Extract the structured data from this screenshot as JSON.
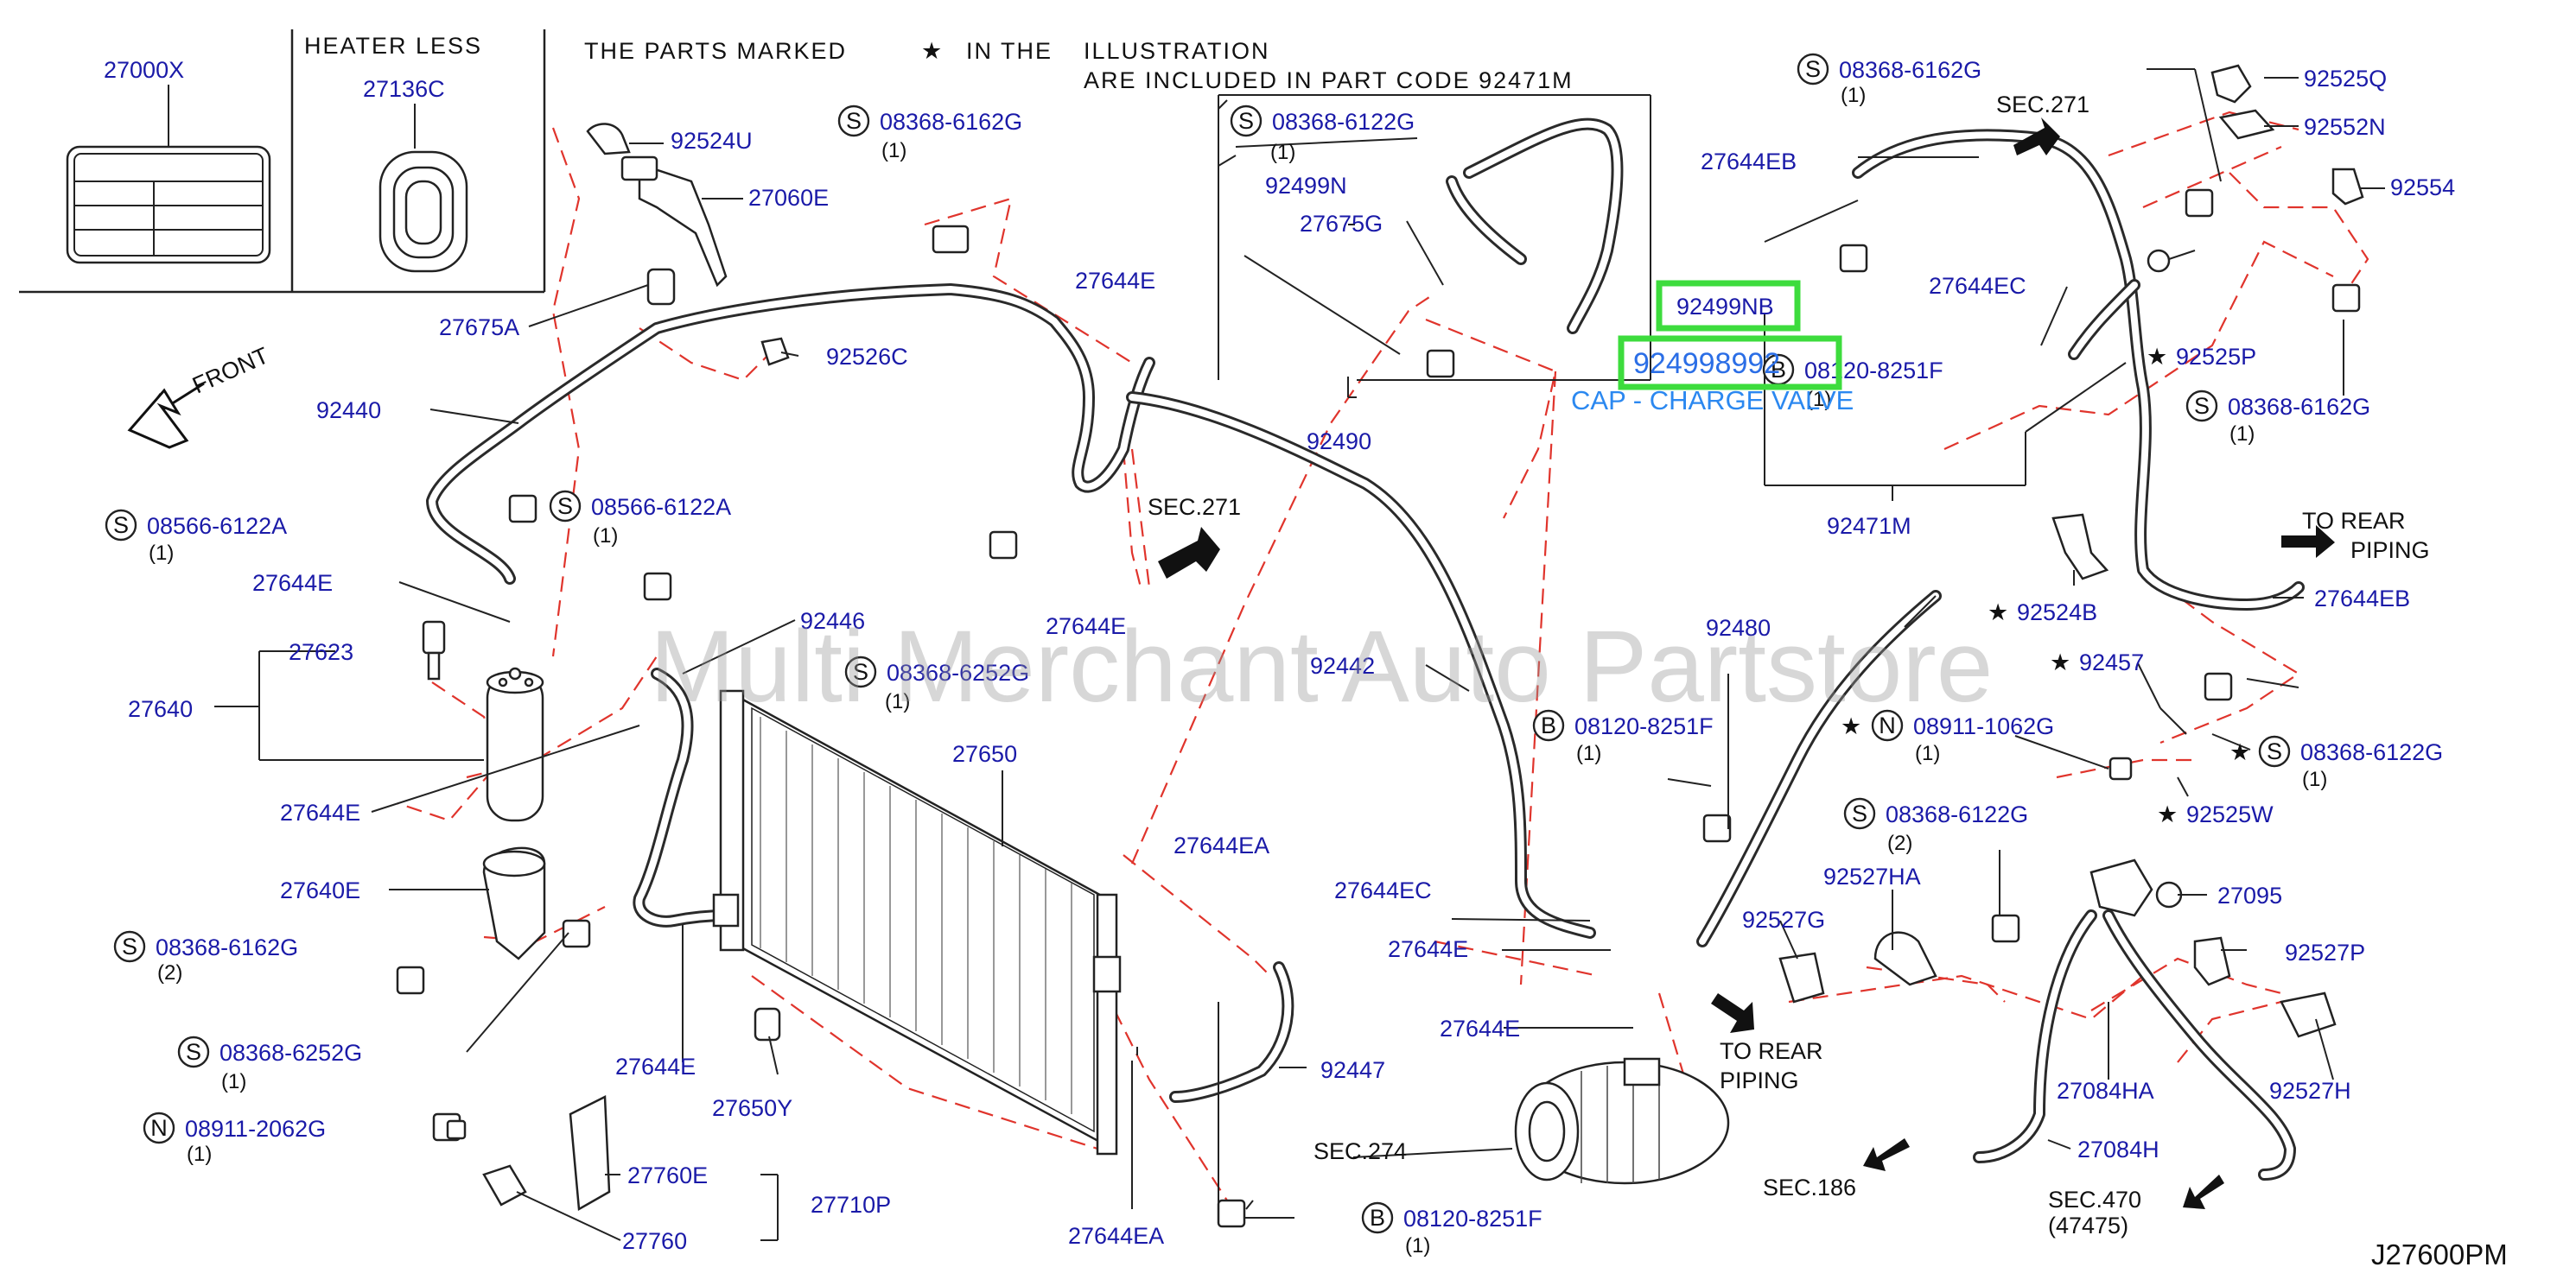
{
  "header_note": {
    "line1": "THE PARTS MARKED",
    "in_the": "IN THE",
    "illustration": "ILLUSTRATION",
    "line2": "ARE INCLUDED IN PART CODE 92471M"
  },
  "inset": {
    "part_27000X": "27000X",
    "heater_less": "HEATER LESS",
    "part_27136C": "27136C"
  },
  "highlight": {
    "box1": "92499NB",
    "box2": "924998992",
    "cap_label": "CAP - CHARGE VALVE"
  },
  "watermark": "Multi Merchant Auto Partstore",
  "diagram_code": "J27600PM",
  "front_label": "FRONT",
  "labels": {
    "l92524U": "92524U",
    "l27060E": "27060E",
    "l27675A": "27675A",
    "l92526C": "92526C",
    "l92440": "92440",
    "l27644E_a": "27644E",
    "l27644E_b": "27644E",
    "l27644E_c": "27644E",
    "l27644E_d": "27644E",
    "l27644E_e": "27644E",
    "l27644E_f": "27644E",
    "l27644E_g": "27644E",
    "l27623": "27623",
    "l27640": "27640",
    "l92446": "92446",
    "l27640E": "27640E",
    "l27650": "27650",
    "l27650Y": "27650Y",
    "l27760E": "27760E",
    "l27710P": "27710P",
    "l27760": "27760",
    "l27644EA_a": "27644EA",
    "l27644EA_b": "27644EA",
    "l92447": "92447",
    "l92490": "92490",
    "l92499N": "92499N",
    "l27675G": "27675G",
    "l92442": "92442",
    "l27644EC_a": "27644EC",
    "l27644EC_b": "27644EC",
    "l27644EB_a": "27644EB",
    "l27644EB_b": "27644EB",
    "l92525Q": "92525Q",
    "l92552N": "92552N",
    "l92554": "92554",
    "l92525P": "92525P",
    "l92471M": "92471M",
    "l92480": "92480",
    "l92524B": "92524B",
    "l92457": "92457",
    "l92525W": "92525W",
    "l92527HA": "92527HA",
    "l92527G": "92527G",
    "l27095": "27095",
    "l92527P": "92527P",
    "l92527H": "92527H",
    "l27084HA": "27084HA",
    "l27084H": "27084H"
  },
  "fasteners": {
    "f1": {
      "prefix": "S",
      "code": "08368-6162G",
      "qty": "(1)"
    },
    "f2": {
      "prefix": "S",
      "code": "08368-6122G",
      "qty": "(1)"
    },
    "f3": {
      "prefix": "S",
      "code": "08368-6162G",
      "qty": "(1)"
    },
    "f4": {
      "prefix": "B",
      "code": "08120-8251F",
      "qty": "(1)"
    },
    "f5": {
      "prefix": "S",
      "code": "08368-6162G",
      "qty": "(1)"
    },
    "f6": {
      "prefix": "S",
      "code": "08566-6122A",
      "qty": "(1)"
    },
    "f7": {
      "prefix": "S",
      "code": "08566-6122A",
      "qty": "(1)"
    },
    "f8": {
      "prefix": "S",
      "code": "08368-6252G",
      "qty": "(1)"
    },
    "f9": {
      "prefix": "S",
      "code": "08368-6162G",
      "qty": "(2)"
    },
    "f10": {
      "prefix": "S",
      "code": "08368-6252G",
      "qty": "(1)"
    },
    "f11": {
      "prefix": "N",
      "code": "08911-2062G",
      "qty": "(1)"
    },
    "f12": {
      "prefix": "B",
      "code": "08120-8251F",
      "qty": "(1)"
    },
    "f13": {
      "prefix": "B",
      "code": "08120-8251F",
      "qty": "(1)"
    },
    "f14": {
      "prefix": "N",
      "code": "08911-1062G",
      "qty": "(1)"
    },
    "f15": {
      "prefix": "S",
      "code": "08368-6122G",
      "qty": "(1)"
    },
    "f16": {
      "prefix": "S",
      "code": "08368-6122G",
      "qty": "(2)"
    }
  },
  "sections": {
    "sec271_a": "SEC.271",
    "sec271_b": "SEC.271",
    "sec274": "SEC.274",
    "sec186": "SEC.186",
    "sec470": "SEC.470",
    "sec470_sub": "(47475)",
    "to_rear_a_1": "TO  REAR",
    "to_rear_a_2": "PIPING",
    "to_rear_b_1": "TO  REAR",
    "to_rear_b_2": "PIPING"
  }
}
